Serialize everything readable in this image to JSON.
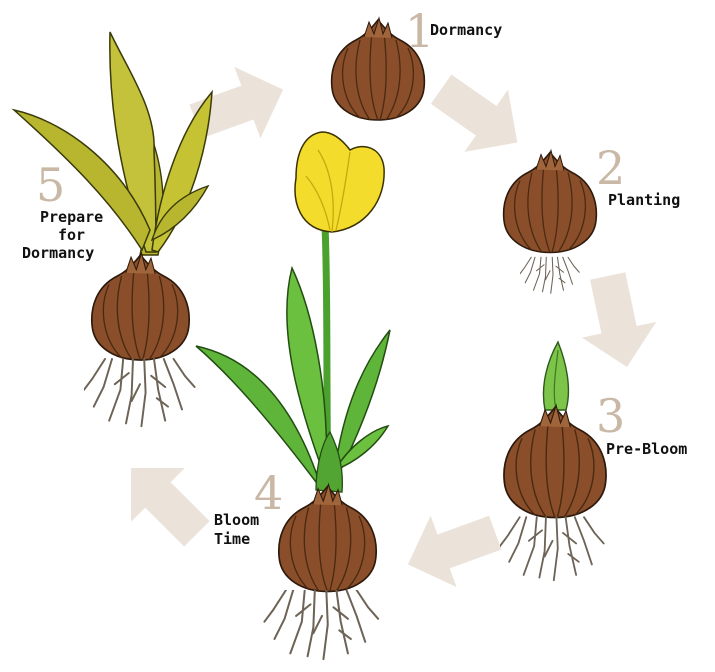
{
  "diagram": {
    "stages": [
      {
        "number": "1",
        "label": "Dormancy"
      },
      {
        "number": "2",
        "label": "Planting"
      },
      {
        "number": "3",
        "label": "Pre-Bloom"
      },
      {
        "number": "4",
        "label_line1": "Bloom",
        "label_line2": "Time"
      },
      {
        "number": "5",
        "label_line1": "Prepare",
        "label_line2": "for",
        "label_line3": "Dormancy"
      }
    ]
  },
  "colors": {
    "arrow": "#ebe3da",
    "number": "#c9b8a6",
    "bulb": "#8a4f2a",
    "bulb_dark": "#5c3418",
    "leaf_green": "#5fb53a",
    "leaf_olive": "#b8b62f",
    "flower": "#f3dc2b",
    "root": "#6d6356"
  }
}
